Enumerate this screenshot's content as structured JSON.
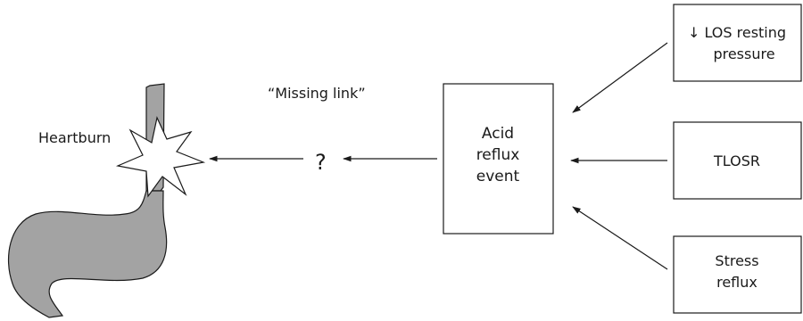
{
  "labels": {
    "heartburn": "Heartburn",
    "missing_link": "“Missing link”",
    "question_mark": "?",
    "acid_reflux_event": [
      "Acid",
      "reflux",
      "event"
    ],
    "los_resting_pressure": [
      "↓ LOS resting",
      "pressure"
    ],
    "tlosr": "TLOSR",
    "stress_reflux": [
      "Stress",
      "reflux"
    ]
  },
  "colors": {
    "stomach_fill": "#a3a3a3",
    "line": "#1a1a1a",
    "background": "#ffffff"
  }
}
